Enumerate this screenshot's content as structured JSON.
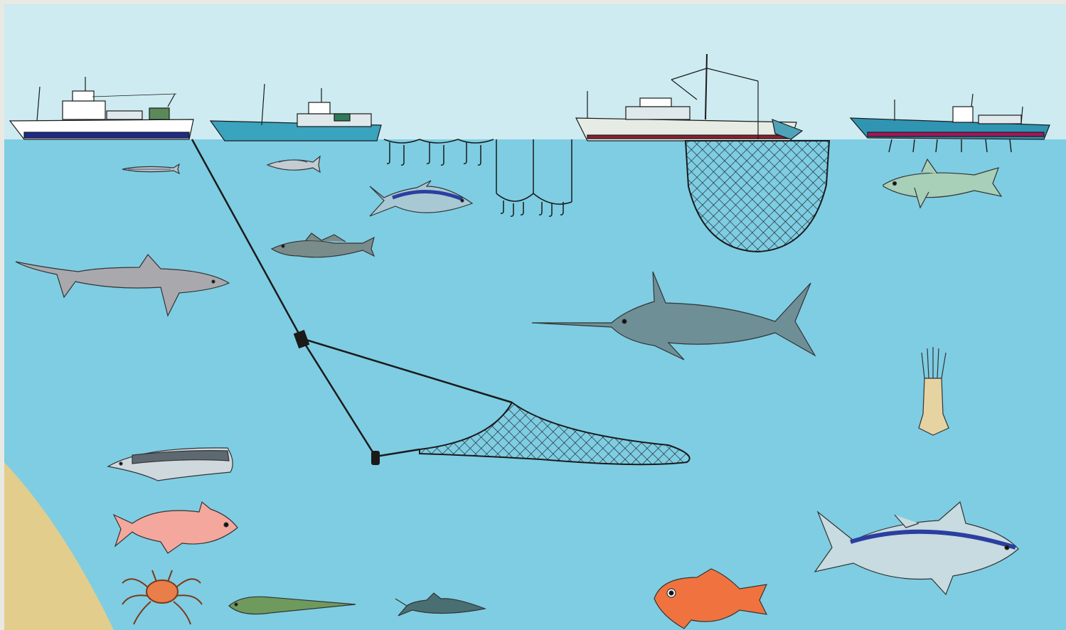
{
  "scene": {
    "colors": {
      "sky": "#cdebf1",
      "sea": "#7ecde3",
      "seabed": "#e2cd8c",
      "frame": "#e9e9e4",
      "outline": "#1a1a1a"
    },
    "vessels": [
      {
        "name": "trawler",
        "hull_color": "#ffffff",
        "stripe_color": "#1d2a8a"
      },
      {
        "name": "longliner",
        "hull_color": "#3aa3bd",
        "stripe_color": "#1f6f86"
      },
      {
        "name": "purse-seiner",
        "hull_color": "#e6ece4",
        "stripe_color": "#8a2030"
      },
      {
        "name": "pole-and-line-vessel",
        "hull_color": "#2f95b3",
        "stripe_color": "#a0185a"
      }
    ],
    "fishing_gear": [
      "trawl-net",
      "longline",
      "vertical-line",
      "purse-seine",
      "pole-and-line"
    ],
    "marine_life": [
      {
        "name": "saury",
        "color": "#b8c4cc"
      },
      {
        "name": "mackerel",
        "color": "#c4ccd2"
      },
      {
        "name": "skipjack-tuna",
        "color": "#a8c8d4"
      },
      {
        "name": "cod",
        "color": "#7a8c8a"
      },
      {
        "name": "shark",
        "color": "#a9a9ad"
      },
      {
        "name": "swordfish",
        "color": "#6f8f97"
      },
      {
        "name": "bonito",
        "color": "#a8cfb8"
      },
      {
        "name": "squid",
        "color": "#e6d3a2"
      },
      {
        "name": "cutlassfish",
        "color": "#cfd8dd"
      },
      {
        "name": "rockfish",
        "color": "#f4a79c"
      },
      {
        "name": "snow-crab",
        "color": "#e97e4a"
      },
      {
        "name": "green-fish",
        "color": "#6f9a5e"
      },
      {
        "name": "dogfish",
        "color": "#4a6f72"
      },
      {
        "name": "orange-roughy",
        "color": "#f0733f"
      },
      {
        "name": "bluefin-tuna",
        "color": "#c7dbe0"
      }
    ]
  }
}
